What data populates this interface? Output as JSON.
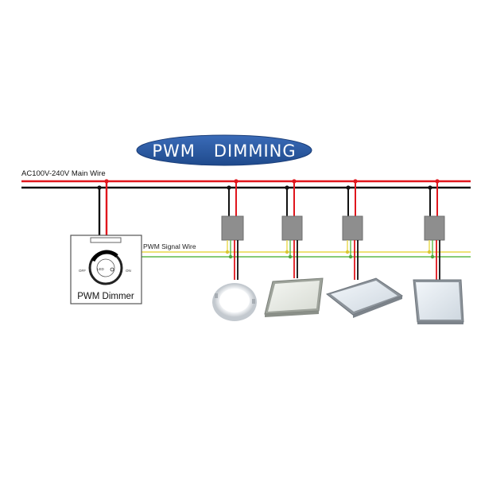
{
  "title": "PWM   DIMMING",
  "main_wire_label": "AC100V-240V Main Wire",
  "signal_wire_label": "PWM Signal Wire",
  "dimmer": {
    "label": "PWM Dimmer",
    "off_label": "OFF",
    "led_label": "LED",
    "on_label": "ON"
  },
  "colors": {
    "title_bg": "#2c5aa0",
    "live_wire": "#e0161d",
    "neutral_wire": "#111111",
    "signal_yellow": "#e8d94a",
    "signal_green": "#5fb84a",
    "driver_box": "#8e8e8e"
  },
  "fixtures": [
    "round-downlight-icon",
    "square-panel-light-icon",
    "rectangular-panel-light-icon",
    "square-panel-light-icon"
  ]
}
